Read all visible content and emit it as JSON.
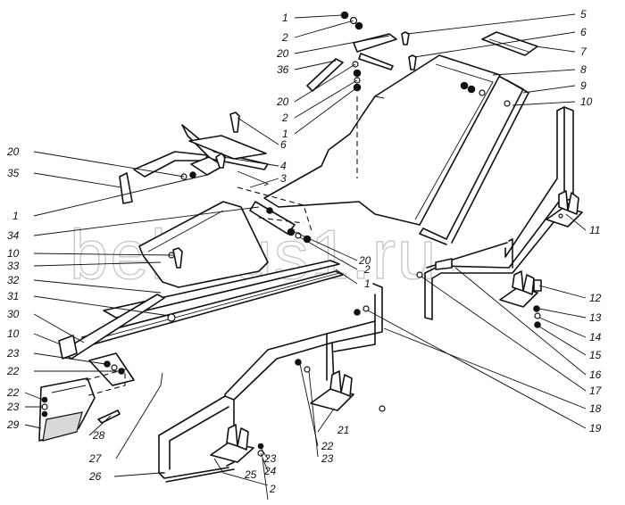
{
  "watermark": "belarus1.ru",
  "labels": {
    "l1a": "1",
    "l2a": "2",
    "l20a": "20",
    "l36": "36",
    "l20b": "20",
    "l2b": "2",
    "l1b": "1",
    "l5": "5",
    "l6a": "6",
    "l7": "7",
    "l8": "8",
    "l9": "9",
    "l10a": "10",
    "l6b": "6",
    "l4": "4",
    "l3": "3",
    "l20c": "20",
    "l35": "35",
    "l1c": "1",
    "l34": "34",
    "l10b": "10",
    "l33": "33",
    "l20d": "20",
    "l2c": "2",
    "l1d": "1",
    "l32": "32",
    "l31": "31",
    "l30": "30",
    "l10c": "10",
    "l23a": "23",
    "l22a": "22",
    "l22b": "22",
    "l23b": "23",
    "l29": "29",
    "l28": "28",
    "l27": "27",
    "l26": "26",
    "l25": "25",
    "l24": "24",
    "l23c": "23",
    "l2d": "2",
    "l21": "21",
    "l22c": "22",
    "l23d": "23",
    "l11": "11",
    "l12": "12",
    "l13": "13",
    "l14": "14",
    "l15": "15",
    "l16": "16",
    "l17": "17",
    "l18": "18",
    "l19": "19"
  }
}
